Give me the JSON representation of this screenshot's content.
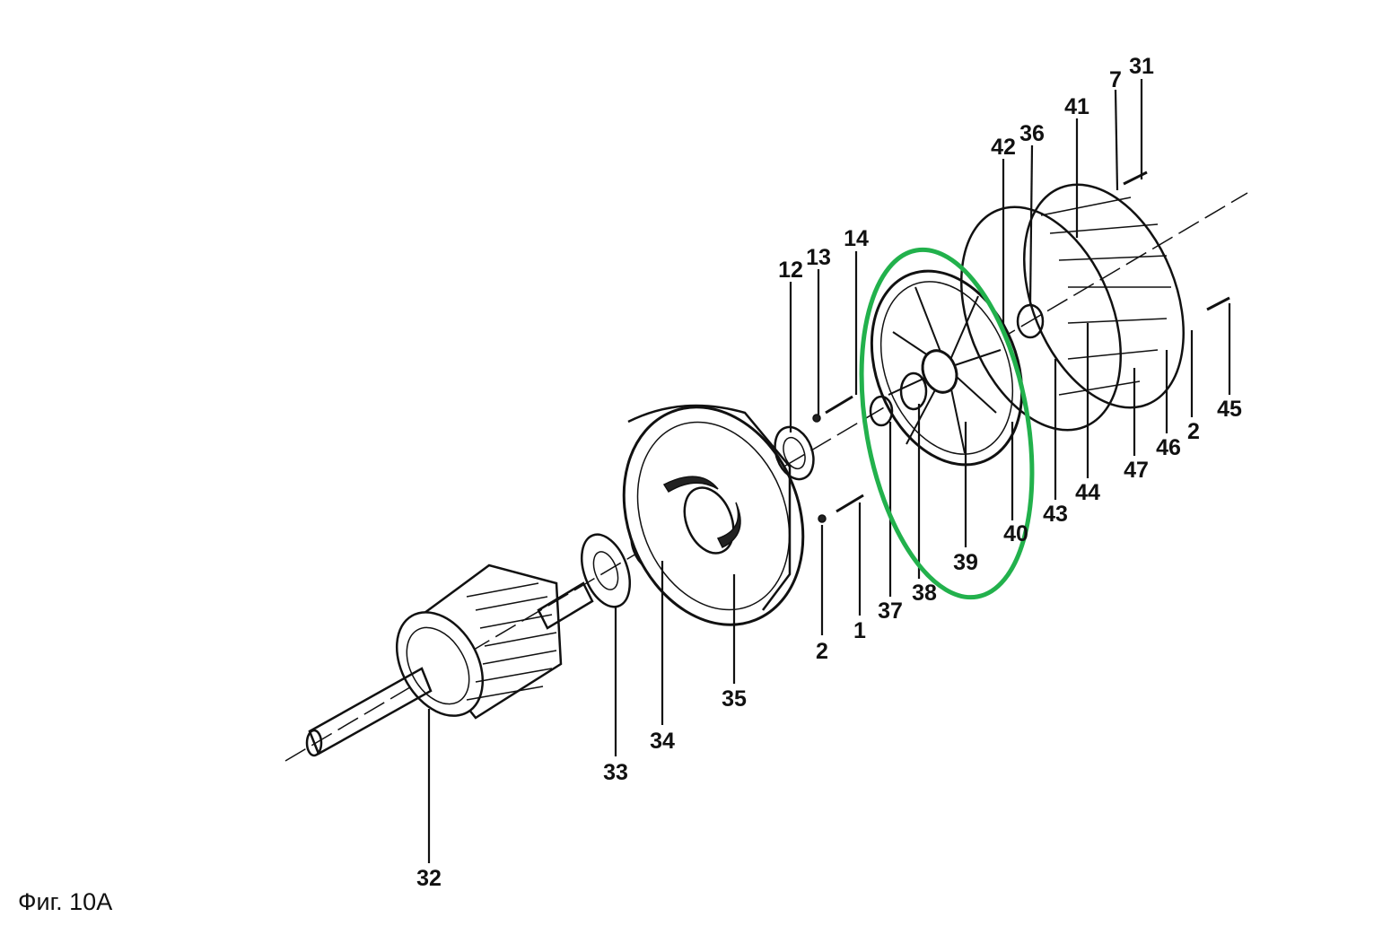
{
  "figure": {
    "caption": "Фиг. 10А",
    "highlight_color": "#22b14c",
    "labels": {
      "l31": "31",
      "l7": "7",
      "l41": "41",
      "l36": "36",
      "l42": "42",
      "l14": "14",
      "l13": "13",
      "l12": "12",
      "l45": "45",
      "l2a": "2",
      "l46": "46",
      "l47": "47",
      "l44": "44",
      "l43": "43",
      "l40": "40",
      "l39": "39",
      "l38": "38",
      "l37": "37",
      "l1": "1",
      "l2b": "2",
      "l35": "35",
      "l34": "34",
      "l33": "33",
      "l32": "32"
    }
  }
}
